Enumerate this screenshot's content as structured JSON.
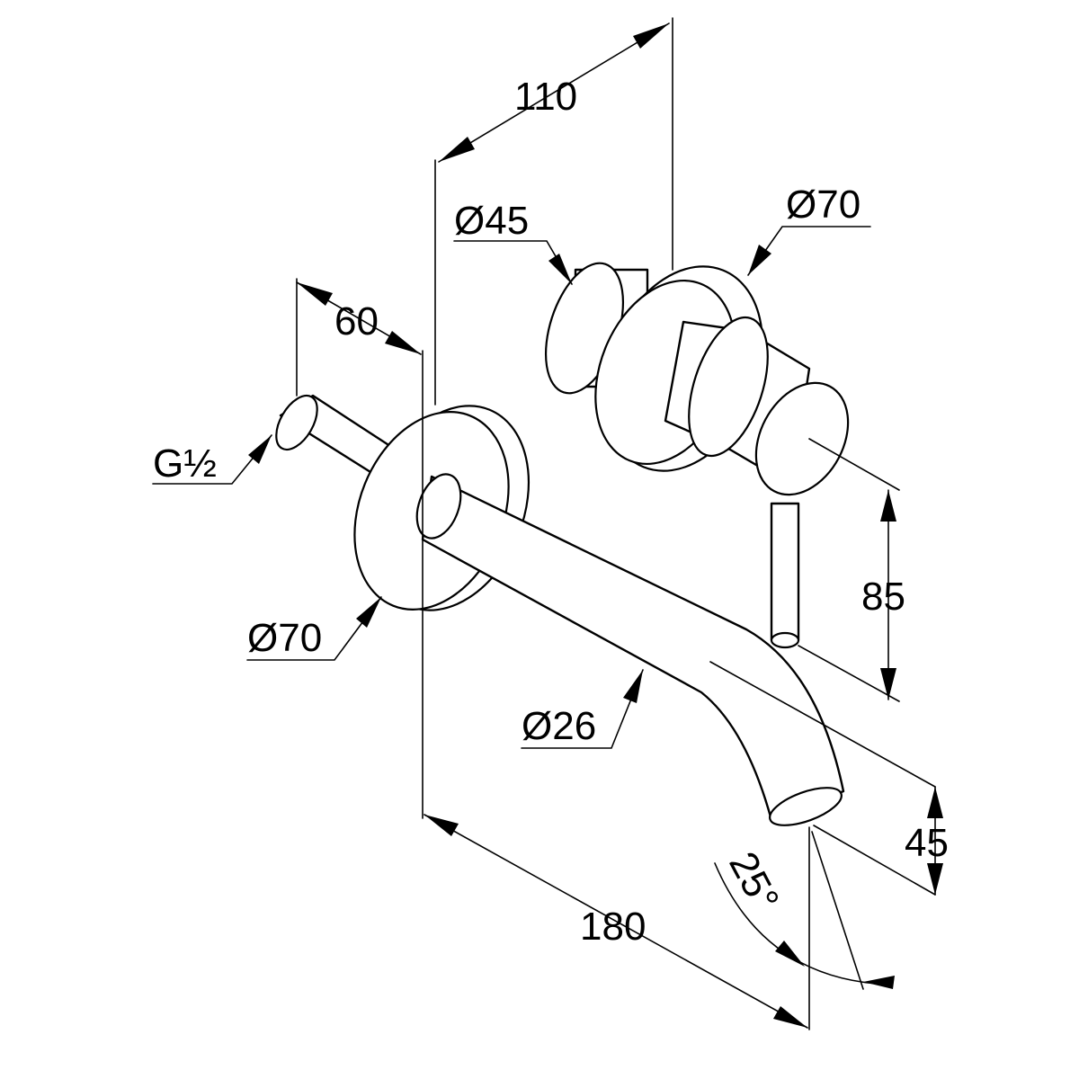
{
  "drawing": {
    "subject": "wall-mounted mixer tap with spout",
    "dimensions": {
      "depth_110": "110",
      "depth_60": "60",
      "thread": "G½",
      "rosette_small_dia": "Ø45",
      "rosette_right_dia": "Ø70",
      "rosette_left_dia": "Ø70",
      "spout_dia": "Ø26",
      "lever_height": "85",
      "spout_outlet_height": "45",
      "spout_length": "180",
      "spout_angle": "25°"
    }
  }
}
